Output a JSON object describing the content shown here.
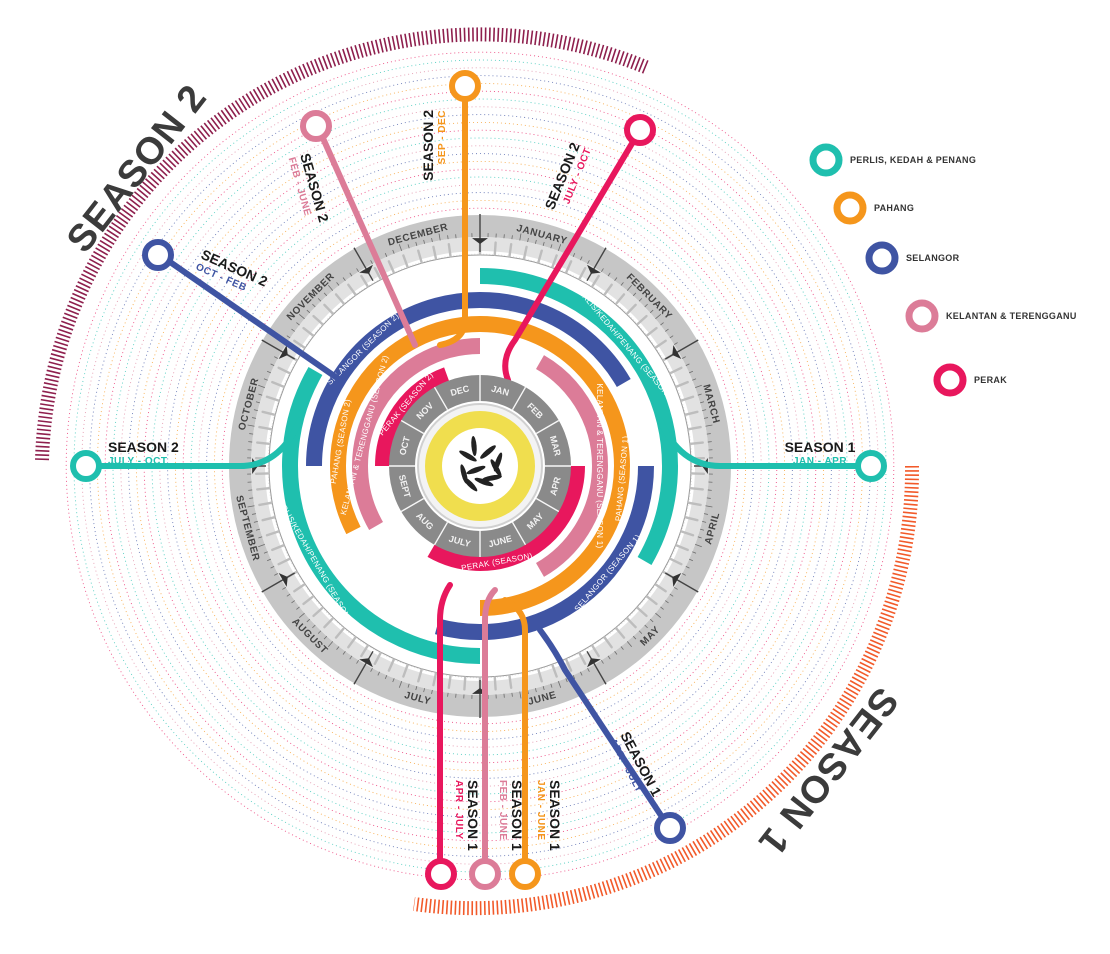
{
  "legend": [
    {
      "label": "PERLIS, KEDAH & PENANG",
      "color": "#1fbfae"
    },
    {
      "label": "PAHANG",
      "color": "#f5961c"
    },
    {
      "label": "SELANGOR",
      "color": "#3f54a3"
    },
    {
      "label": "KELANTAN & TERENGGANU",
      "color": "#dc7c98"
    },
    {
      "label": "PERAK",
      "color": "#e8175d"
    }
  ],
  "big_labels": {
    "season2": "SEASON 2",
    "season1": "SEASON 1"
  },
  "outer_months": [
    "JANUARY",
    "FEBRUARY",
    "MARCH",
    "APRIL",
    "MAY",
    "JUNE",
    "JULY",
    "AUGUST",
    "SEPTEMBER",
    "OCTOBER",
    "NOVEMBER",
    "DECEMBER"
  ],
  "inner_months": [
    "JAN",
    "FEB",
    "MAR",
    "APR",
    "MAY",
    "JUNE",
    "JULY",
    "AUG",
    "SEPT",
    "OCT",
    "NOV",
    "DEC"
  ],
  "ring_labels": {
    "perlis_s1": "PERLIS/KEDAH/PENANG (SEASON 1)",
    "perlis_s2": "PERLIS/KEDAH/PENANG (SEASON 2)",
    "selangor_s2": "SELANGOR (SEASON 2)",
    "selangor_s1": "SELANGOR (SEASON 1)",
    "pahang_s2": "PAHANG (SEASON 2)",
    "pahang_s1": "PAHANG (SEASON 1)",
    "kelantan_s2": "KELANTAN & TERENGGANU (SEASON 2)",
    "kelantan_s1": "KELANTAN & TERENGGANU (SEASON 1)",
    "perak_s2": "PERAK (SEASON 2)",
    "perak_s1": "PERAK (SEASON)"
  },
  "timelines": [
    {
      "id": "perlis-s2",
      "title": "SEASON 2",
      "sub": "JULY - OCT",
      "color": "#1fbfae"
    },
    {
      "id": "perlis-s1",
      "title": "SEASON 1",
      "sub": "JAN - APR",
      "color": "#1fbfae"
    },
    {
      "id": "selangor-s2",
      "title": "SEASON 2",
      "sub": "OCT - FEB",
      "color": "#3f54a3"
    },
    {
      "id": "selangor-s1",
      "title": "SEASON 1",
      "sub": "APR - JULY",
      "color": "#3f54a3"
    },
    {
      "id": "kelantan-s2",
      "title": "SEASON 2",
      "sub": "FEB - JUNE",
      "color": "#dc7c98"
    },
    {
      "id": "kelantan-s1",
      "title": "SEASON 1",
      "sub": "FEB - JUNE",
      "color": "#dc7c98"
    },
    {
      "id": "pahang-s2",
      "title": "SEASON 2",
      "sub": "SEP - DEC",
      "color": "#f5961c"
    },
    {
      "id": "pahang-s1",
      "title": "SEASON 1",
      "sub": "JAN - JUNE",
      "color": "#f5961c"
    },
    {
      "id": "perak-s2",
      "title": "SEASON 2",
      "sub": "JULY - OCT",
      "color": "#e8175d"
    },
    {
      "id": "perak-s1",
      "title": "SEASON 1",
      "sub": "APR - JULY",
      "color": "#e8175d"
    }
  ]
}
